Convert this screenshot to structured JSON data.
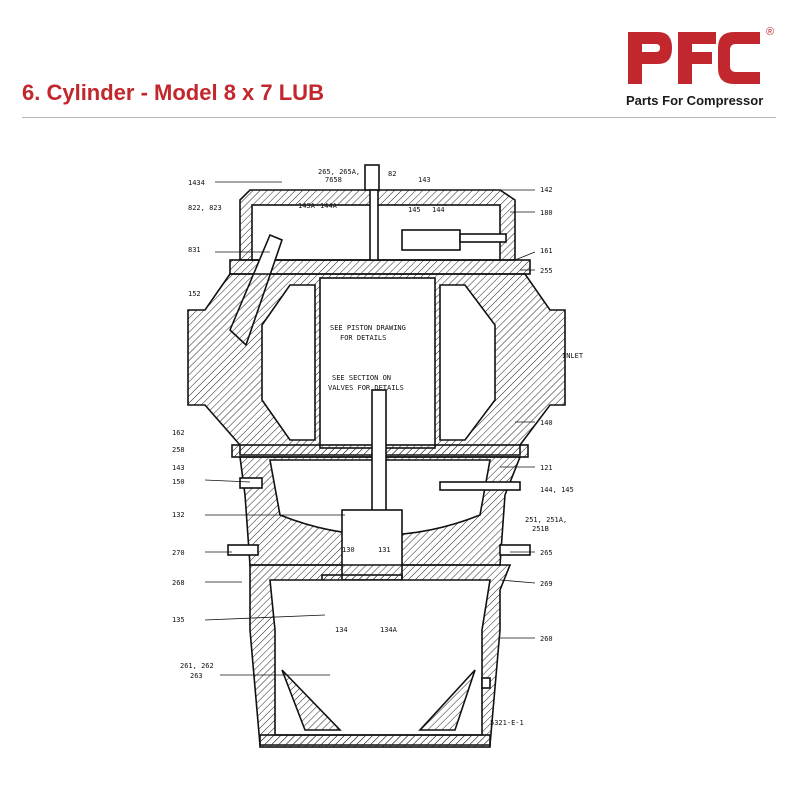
{
  "header": {
    "title": "6. Cylinder - Model 8 x 7 LUB",
    "brand_colors": {
      "accent": "#c1272d",
      "text": "#1a1a1a"
    }
  },
  "logo": {
    "wordmark": "PFC",
    "registered": "®",
    "tagline": "Parts For Compressor"
  },
  "diagram": {
    "drawing_number": "5321-E-1",
    "notes": {
      "piston": [
        "SEE PISTON DRAWING",
        "FOR DETAILS"
      ],
      "valves": [
        "SEE SECTION ON",
        "VALVES FOR DETAILS"
      ]
    },
    "callouts": {
      "c1434": "1434",
      "c265top": "265, 265A,",
      "c265b": "7658",
      "c143a": "143A",
      "c144a": "144A",
      "c82": "82",
      "c143top": "143",
      "c142": "142",
      "c822": "822, 823",
      "c145": "145",
      "c144": "144",
      "c180": "180",
      "c831": "831",
      "c161": "161",
      "c255": "255",
      "c152": "152",
      "cinlet": "INLET",
      "c140": "140",
      "c162": "162",
      "c258": "258",
      "c121": "121",
      "c143mid": "143",
      "c150": "150",
      "c144145": "144, 145",
      "c132": "132",
      "c251": "251, 251A,",
      "c251b": "251B",
      "c270": "270",
      "c130": "130",
      "c131": "131",
      "c265r": "265",
      "c268": "268",
      "c269": "269",
      "c135": "135",
      "c134": "134",
      "c134a": "134A",
      "c260": "260",
      "c261": "261, 262",
      "c263": "263"
    }
  }
}
